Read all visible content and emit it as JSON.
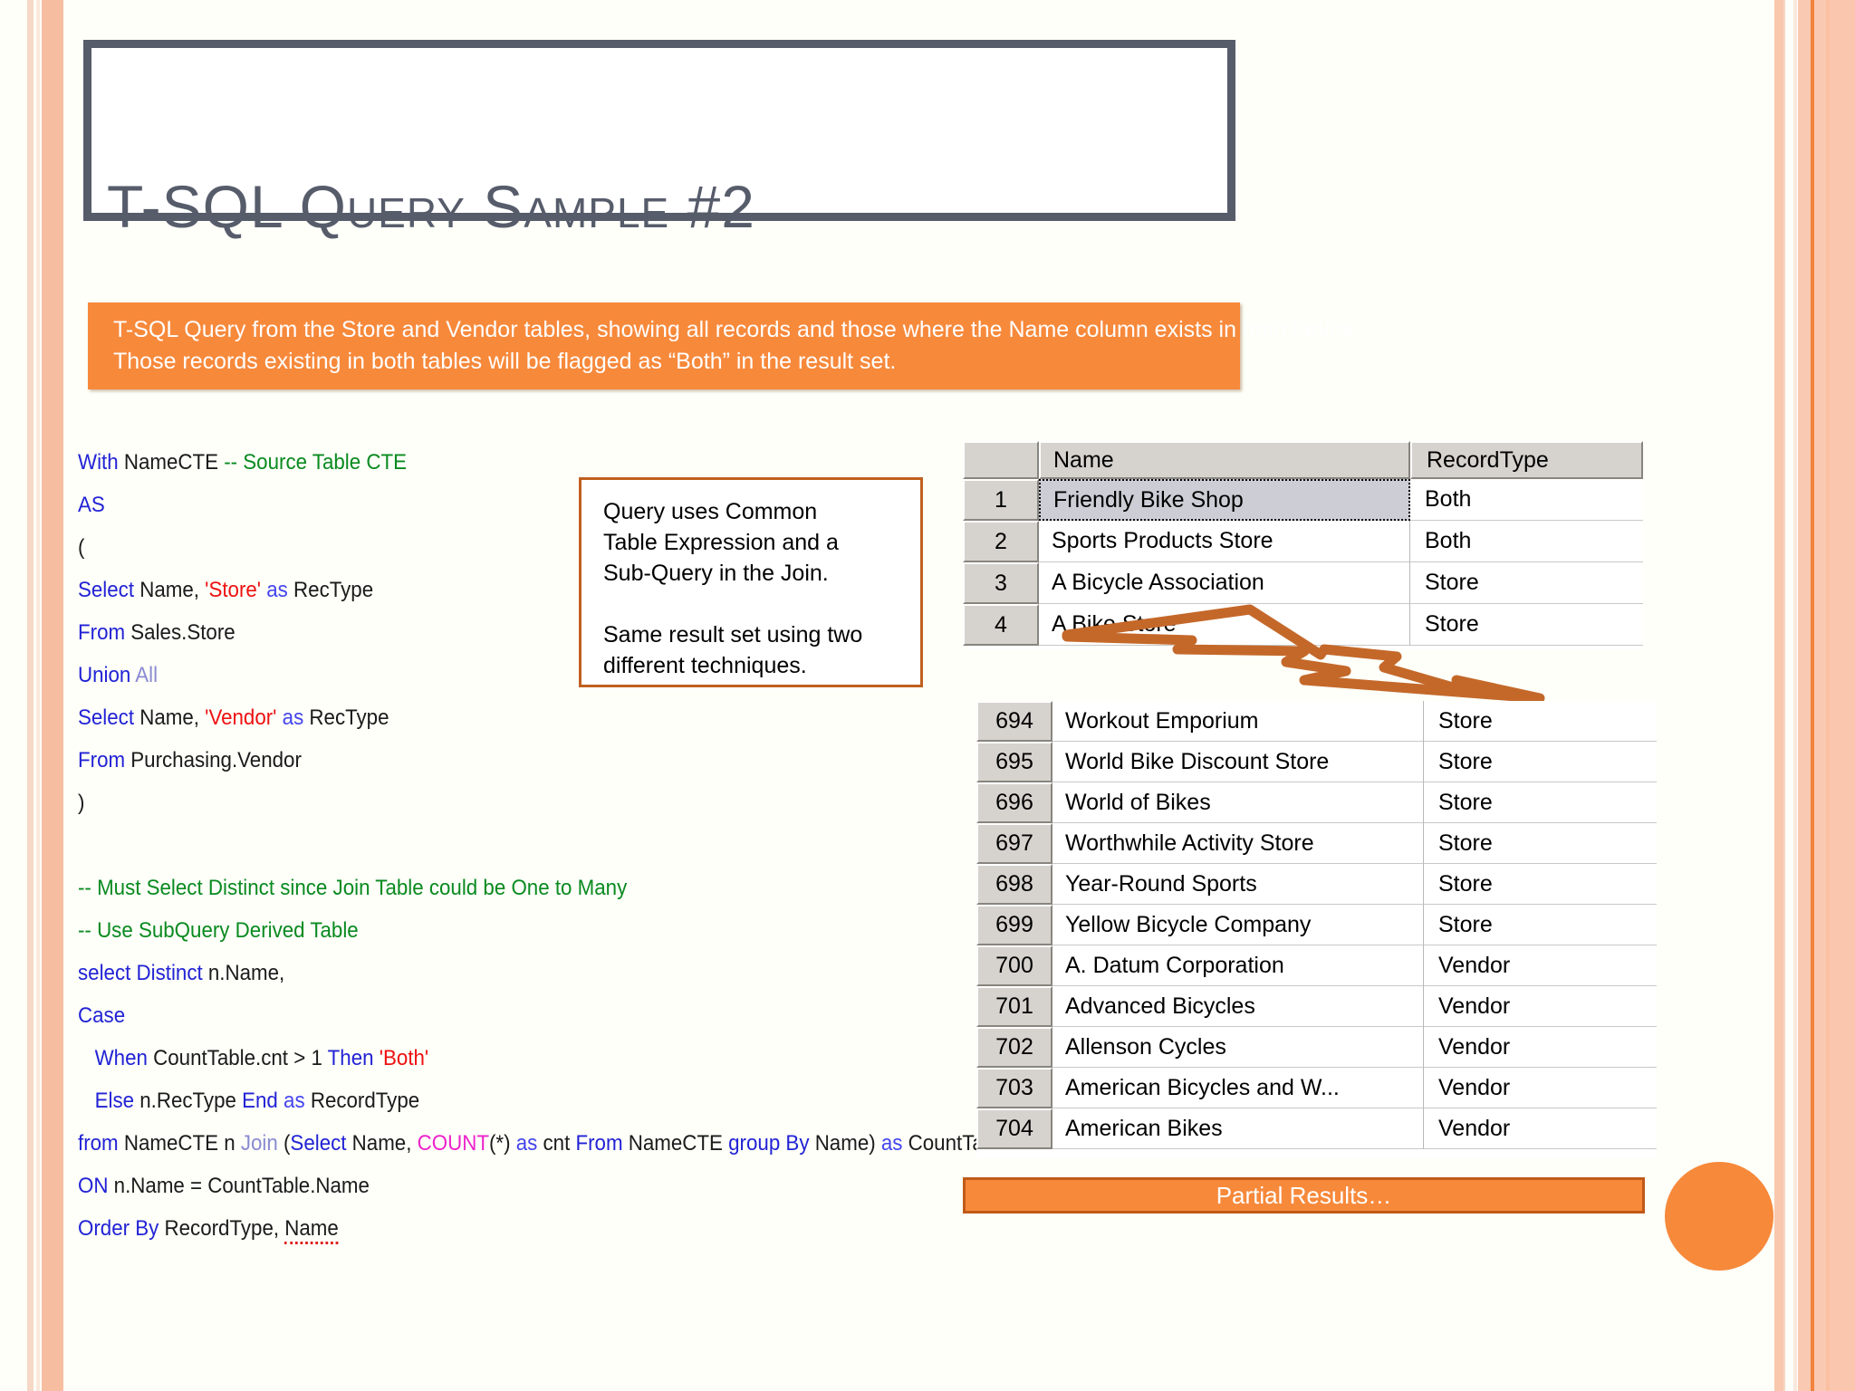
{
  "slide": {
    "title": "T-SQL Query Sample #2",
    "subtitle_line1": "T-SQL Query from the Store and Vendor tables, showing all records and those where the Name column exists in both tables.",
    "subtitle_line2": "Those records existing in both tables will be flagged as “Both” in the result set."
  },
  "colors": {
    "accent_orange": "#f7893b",
    "title_gray": "#575c6b",
    "callout_border": "#c06020",
    "bolt": "#c4682a"
  },
  "callout": {
    "paragraph1": "Query uses Common Table Expression and a Sub-Query in the Join.",
    "paragraph2": "Same result set using two different techniques.",
    "p1_l1": "Query uses Common",
    "p1_l2": "Table Expression and a",
    "p1_l3": "Sub-Query in the Join.",
    "p2_l1": "Same result set using two",
    "p2_l2": "different techniques."
  },
  "sql": {
    "lines": [
      [
        {
          "t": "With ",
          "c": "kw"
        },
        {
          "t": "NameCTE ",
          "c": "plain"
        },
        {
          "t": "-- Source Table CTE",
          "c": "cmt"
        }
      ],
      [
        {
          "t": "AS",
          "c": "kw"
        }
      ],
      [
        {
          "t": "(",
          "c": "plain"
        }
      ],
      [
        {
          "t": "Select ",
          "c": "kw"
        },
        {
          "t": "Name, ",
          "c": "plain"
        },
        {
          "t": "'Store' ",
          "c": "str"
        },
        {
          "t": "as ",
          "c": "kw2"
        },
        {
          "t": "RecType",
          "c": "plain"
        }
      ],
      [
        {
          "t": "From ",
          "c": "kw"
        },
        {
          "t": "Sales.Store",
          "c": "plain"
        }
      ],
      [
        {
          "t": "Union ",
          "c": "kw"
        },
        {
          "t": "All",
          "c": "sys"
        }
      ],
      [
        {
          "t": "Select ",
          "c": "kw"
        },
        {
          "t": "Name, ",
          "c": "plain"
        },
        {
          "t": "'Vendor' ",
          "c": "str"
        },
        {
          "t": "as ",
          "c": "kw2"
        },
        {
          "t": "RecType",
          "c": "plain"
        }
      ],
      [
        {
          "t": "From ",
          "c": "kw"
        },
        {
          "t": "Purchasing.Vendor",
          "c": "plain"
        }
      ],
      [
        {
          "t": ")",
          "c": "plain"
        }
      ],
      [
        {
          "t": "",
          "c": "plain"
        }
      ],
      [
        {
          "t": "-- Must Select Distinct since Join Table could be One to Many",
          "c": "cmt"
        }
      ],
      [
        {
          "t": "-- Use SubQuery Derived Table",
          "c": "cmt"
        }
      ],
      [
        {
          "t": "select Distinct ",
          "c": "kw"
        },
        {
          "t": "n.Name,",
          "c": "plain"
        }
      ],
      [
        {
          "t": "Case",
          "c": "kw"
        }
      ],
      [
        {
          "t": "   When ",
          "c": "kw"
        },
        {
          "t": "CountTable.cnt > 1 ",
          "c": "plain"
        },
        {
          "t": "Then ",
          "c": "kw"
        },
        {
          "t": "'Both'",
          "c": "str"
        }
      ],
      [
        {
          "t": "   Else ",
          "c": "kw"
        },
        {
          "t": "n.RecType ",
          "c": "plain"
        },
        {
          "t": "End ",
          "c": "kw"
        },
        {
          "t": "as ",
          "c": "kw2"
        },
        {
          "t": "RecordType",
          "c": "plain"
        }
      ],
      [
        {
          "t": "from ",
          "c": "kw"
        },
        {
          "t": "NameCTE n ",
          "c": "plain"
        },
        {
          "t": "Join ",
          "c": "sys"
        },
        {
          "t": "(",
          "c": "plain"
        },
        {
          "t": "Select ",
          "c": "kw"
        },
        {
          "t": "Name, ",
          "c": "plain"
        },
        {
          "t": "COUNT",
          "c": "fn"
        },
        {
          "t": "(*) ",
          "c": "plain"
        },
        {
          "t": "as ",
          "c": "kw2"
        },
        {
          "t": "cnt ",
          "c": "plain"
        },
        {
          "t": "From ",
          "c": "kw"
        },
        {
          "t": "NameCTE ",
          "c": "plain"
        },
        {
          "t": "group By ",
          "c": "kw"
        },
        {
          "t": "Name) ",
          "c": "plain"
        },
        {
          "t": "as ",
          "c": "kw2"
        },
        {
          "t": "CountTable",
          "c": "plain"
        }
      ],
      [
        {
          "t": "ON ",
          "c": "kw"
        },
        {
          "t": "n.Name = CountTable.Name",
          "c": "plain"
        }
      ],
      [
        {
          "t": "Order By ",
          "c": "kw"
        },
        {
          "t": "RecordType, ",
          "c": "plain"
        },
        {
          "t": "Name",
          "c": "plain",
          "squiggle": true
        }
      ]
    ]
  },
  "results_top": {
    "columns": [
      "",
      "Name",
      "RecordType"
    ],
    "rows": [
      {
        "num": "1",
        "name": "Friendly Bike Shop",
        "type": "Both",
        "selected": true
      },
      {
        "num": "2",
        "name": "Sports Products Store",
        "type": "Both",
        "selected": false
      },
      {
        "num": "3",
        "name": "A Bicycle Association",
        "type": "Store",
        "selected": false
      },
      {
        "num": "4",
        "name": "A Bike Store",
        "type": "Store",
        "selected": false
      }
    ]
  },
  "results_bottom": {
    "rows": [
      {
        "num": "694",
        "name": "Workout Emporium",
        "type": "Store"
      },
      {
        "num": "695",
        "name": "World Bike Discount Store",
        "type": "Store"
      },
      {
        "num": "696",
        "name": "World of Bikes",
        "type": "Store"
      },
      {
        "num": "697",
        "name": "Worthwhile Activity Store",
        "type": "Store"
      },
      {
        "num": "698",
        "name": "Year-Round Sports",
        "type": "Store"
      },
      {
        "num": "699",
        "name": "Yellow Bicycle Company",
        "type": "Store"
      },
      {
        "num": "700",
        "name": "A. Datum Corporation",
        "type": "Vendor"
      },
      {
        "num": "701",
        "name": "Advanced Bicycles",
        "type": "Vendor"
      },
      {
        "num": "702",
        "name": "Allenson Cycles",
        "type": "Vendor"
      },
      {
        "num": "703",
        "name": "American Bicycles and W...",
        "type": "Vendor"
      },
      {
        "num": "704",
        "name": "American Bikes",
        "type": "Vendor"
      }
    ]
  },
  "partial_results_label": "Partial Results…"
}
